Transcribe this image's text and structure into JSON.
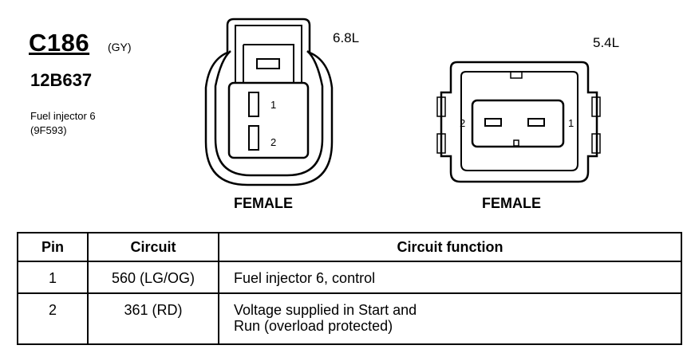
{
  "connector": {
    "code": "C186",
    "color": "(GY)",
    "part_number": "12B637",
    "description_line1": "Fuel injector 6",
    "description_line2": "(9F593)"
  },
  "views": [
    {
      "engine": "6.8L",
      "gender": "FEMALE",
      "pin_labels": [
        "1",
        "2"
      ]
    },
    {
      "engine": "5.4L",
      "gender": "FEMALE",
      "pin_labels": [
        "2",
        "1"
      ]
    }
  ],
  "table": {
    "headers": [
      "Pin",
      "Circuit",
      "Circuit function"
    ],
    "rows": [
      {
        "pin": "1",
        "circuit": "560 (LG/OG)",
        "function": "Fuel injector 6, control"
      },
      {
        "pin": "2",
        "circuit": "361 (RD)",
        "function_line1": "Voltage supplied in Start and",
        "function_line2": "Run (overload protected)"
      }
    ]
  }
}
